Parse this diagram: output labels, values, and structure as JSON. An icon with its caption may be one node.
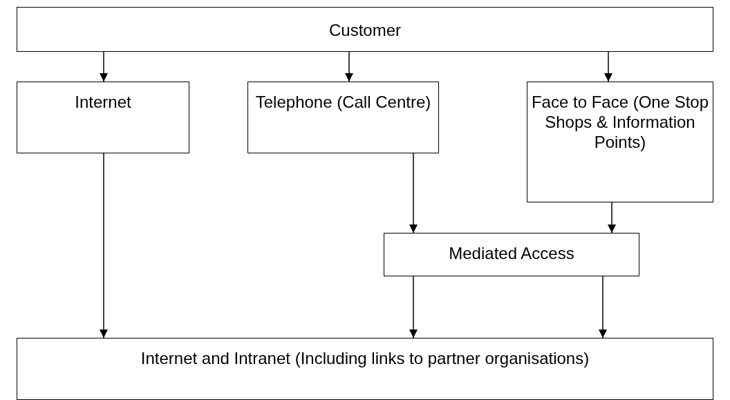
{
  "diagram": {
    "nodes": [
      {
        "text": [
          "Customer"
        ]
      },
      {
        "text": [
          "Internet"
        ]
      },
      {
        "text": [
          "Telephone (Call Centre)"
        ]
      },
      {
        "text": [
          "Face to Face (One Stop Shops & Information Points)"
        ]
      },
      {
        "text": [
          "Mediated Access"
        ]
      },
      {
        "text": [
          "Internet and Intranet (Including links to partner organisations)"
        ]
      }
    ],
    "edges": [
      {
        "from": 0,
        "to": 1,
        "arrow": "to"
      },
      {
        "from": 0,
        "to": 2,
        "arrow": "to"
      },
      {
        "from": 0,
        "to": 3,
        "arrow": "to"
      },
      {
        "from": 1,
        "to": 5,
        "arrow": "to"
      },
      {
        "from": 2,
        "to": 4,
        "arrow": "to"
      },
      {
        "from": 3,
        "to": 4,
        "arrow": "to"
      },
      {
        "from": 4,
        "to": 5,
        "arrow": "to"
      },
      {
        "from": 4,
        "to": 5,
        "arrow": "to"
      }
    ]
  }
}
